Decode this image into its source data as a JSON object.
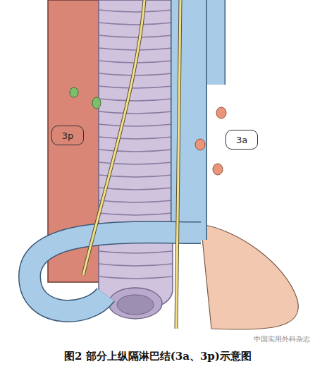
{
  "diagram": {
    "caption": "图2 部分上纵隔淋巴结(3a、3p)示意图",
    "nodes": [
      {
        "text": [
          "3p"
        ]
      },
      {
        "text": [
          "3a"
        ]
      }
    ],
    "edges": [],
    "labels": [
      "中国实用外科杂志"
    ]
  }
}
